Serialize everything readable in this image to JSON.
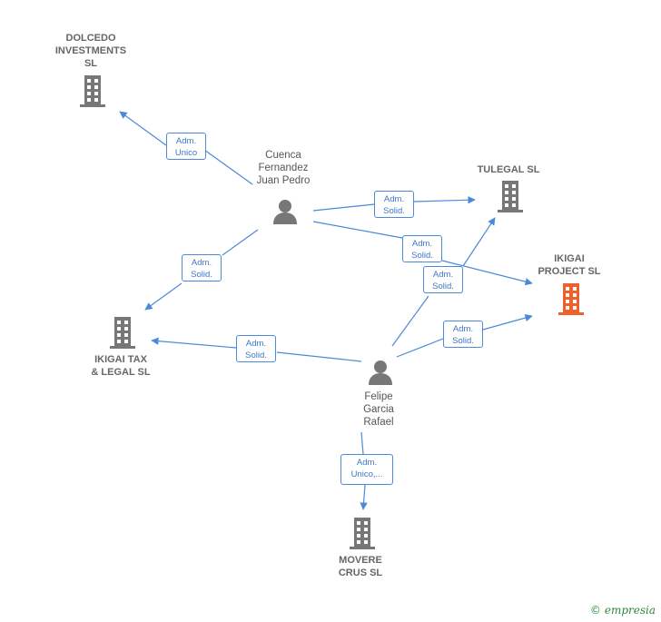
{
  "nodes": {
    "dolcedo": {
      "label": "DOLCEDO\nINVESTMENTS\nSL"
    },
    "tulegal": {
      "label": "TULEGAL  SL"
    },
    "ikigai_project": {
      "label": "IKIGAI\nPROJECT  SL",
      "color": "#f0602a"
    },
    "ikigai_tax": {
      "label": "IKIGAI TAX\n& LEGAL  SL"
    },
    "movere": {
      "label": "MOVERE\nCRUS  SL"
    },
    "cuenca": {
      "label": "Cuenca\nFernandez\nJuan Pedro"
    },
    "felipe": {
      "label": "Felipe\nGarcia\nRafael"
    }
  },
  "edges": [
    {
      "from": "cuenca",
      "to": "dolcedo",
      "label": "Adm.\nUnico"
    },
    {
      "from": "cuenca",
      "to": "tulegal",
      "label": "Adm.\nSolid."
    },
    {
      "from": "cuenca",
      "to": "ikigai_project",
      "label": "Adm.\nSolid."
    },
    {
      "from": "cuenca",
      "to": "ikigai_tax",
      "label": "Adm.\nSolid."
    },
    {
      "from": "felipe",
      "to": "tulegal",
      "label": "Adm.\nSolid."
    },
    {
      "from": "felipe",
      "to": "ikigai_project",
      "label": "Adm.\nSolid."
    },
    {
      "from": "felipe",
      "to": "ikigai_tax",
      "label": "Adm.\nSolid."
    },
    {
      "from": "felipe",
      "to": "movere",
      "label": "Adm.\nUnico,..."
    }
  ],
  "colors": {
    "edge": "#4a8ad8",
    "building": "#777777",
    "focus_building": "#f0602a",
    "person": "#777777"
  },
  "watermark": {
    "symbol": "©",
    "text": "empresia"
  }
}
